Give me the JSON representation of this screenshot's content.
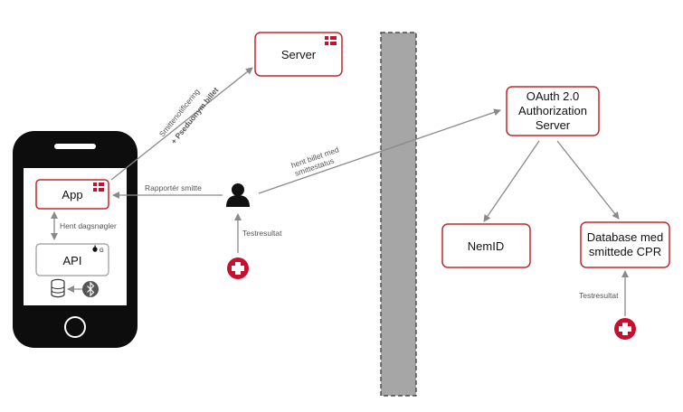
{
  "nodes": {
    "server": {
      "label": "Server"
    },
    "app": {
      "label": "App"
    },
    "api": {
      "label": "API"
    },
    "oauth": {
      "line1": "OAuth 2.0",
      "line2": "Authorization",
      "line3": "Server"
    },
    "nemid": {
      "label": "NemID"
    },
    "database": {
      "line1": "Database med",
      "line2": "smittede CPR"
    }
  },
  "edges": {
    "smittenotificering": "Smittenotificering",
    "pseudonym": "+ Pseduonym billet",
    "rapporter": "Rapportér smitte",
    "hent_billet_1": "hent billet med",
    "hent_billet_2": "smittestatus",
    "hent_dagsnogler": "Hent dagsnøgler",
    "testresultat_left": "Testresultat",
    "testresultat_right": "Testresultat"
  },
  "colors": {
    "accent": "#c0282d",
    "flag_red": "#c8102e",
    "arrow": "#8a8a8a",
    "phone": "#0d0d0d",
    "wall": "#a6a6a6"
  },
  "icons": [
    "danish-flag-icon",
    "apple-icon",
    "google-icon",
    "database-icon",
    "bluetooth-icon",
    "person-icon",
    "medical-cross-icon"
  ]
}
